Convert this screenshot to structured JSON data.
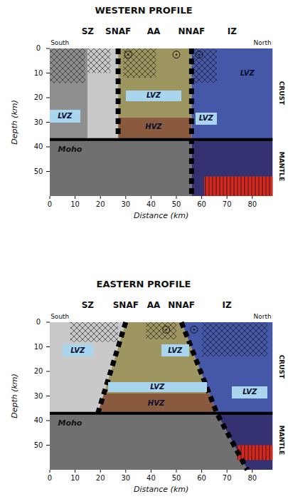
{
  "diagram": {
    "nodes": [
      {
        "text": [
          "LVZ"
        ]
      },
      {
        "text": [
          "LVZ"
        ]
      },
      {
        "text": [
          "LVZ"
        ]
      },
      {
        "text": [
          "LVZ"
        ]
      },
      {
        "text": [
          "LVZ"
        ]
      },
      {
        "text": [
          "LVZ"
        ]
      },
      {
        "text": [
          "LVZ"
        ]
      }
    ],
    "labels": [
      "WESTERN PROFILE",
      "South",
      "SZ",
      "SNAF",
      "AA",
      "NNAF",
      "IZ",
      "North",
      "LVZ",
      "HVZ",
      "Moho",
      "CRUST",
      "MANTLE",
      "Depth (km)",
      "0",
      "10",
      "20",
      "30",
      "40",
      "50",
      "0",
      "10",
      "20",
      "30",
      "40",
      "50",
      "60",
      "70",
      "80",
      "Distance (km)",
      "EASTERN PROFILE",
      "South",
      "SZ",
      "SNAF",
      "AA",
      "NNAF",
      "IZ",
      "North",
      "HVZ",
      "Moho",
      "CRUST",
      "MANTLE",
      "Depth (km)",
      "0",
      "10",
      "20",
      "30",
      "40",
      "50",
      "0",
      "10",
      "20",
      "30",
      "40",
      "50",
      "60",
      "70",
      "80",
      "Distance (km)"
    ]
  }
}
